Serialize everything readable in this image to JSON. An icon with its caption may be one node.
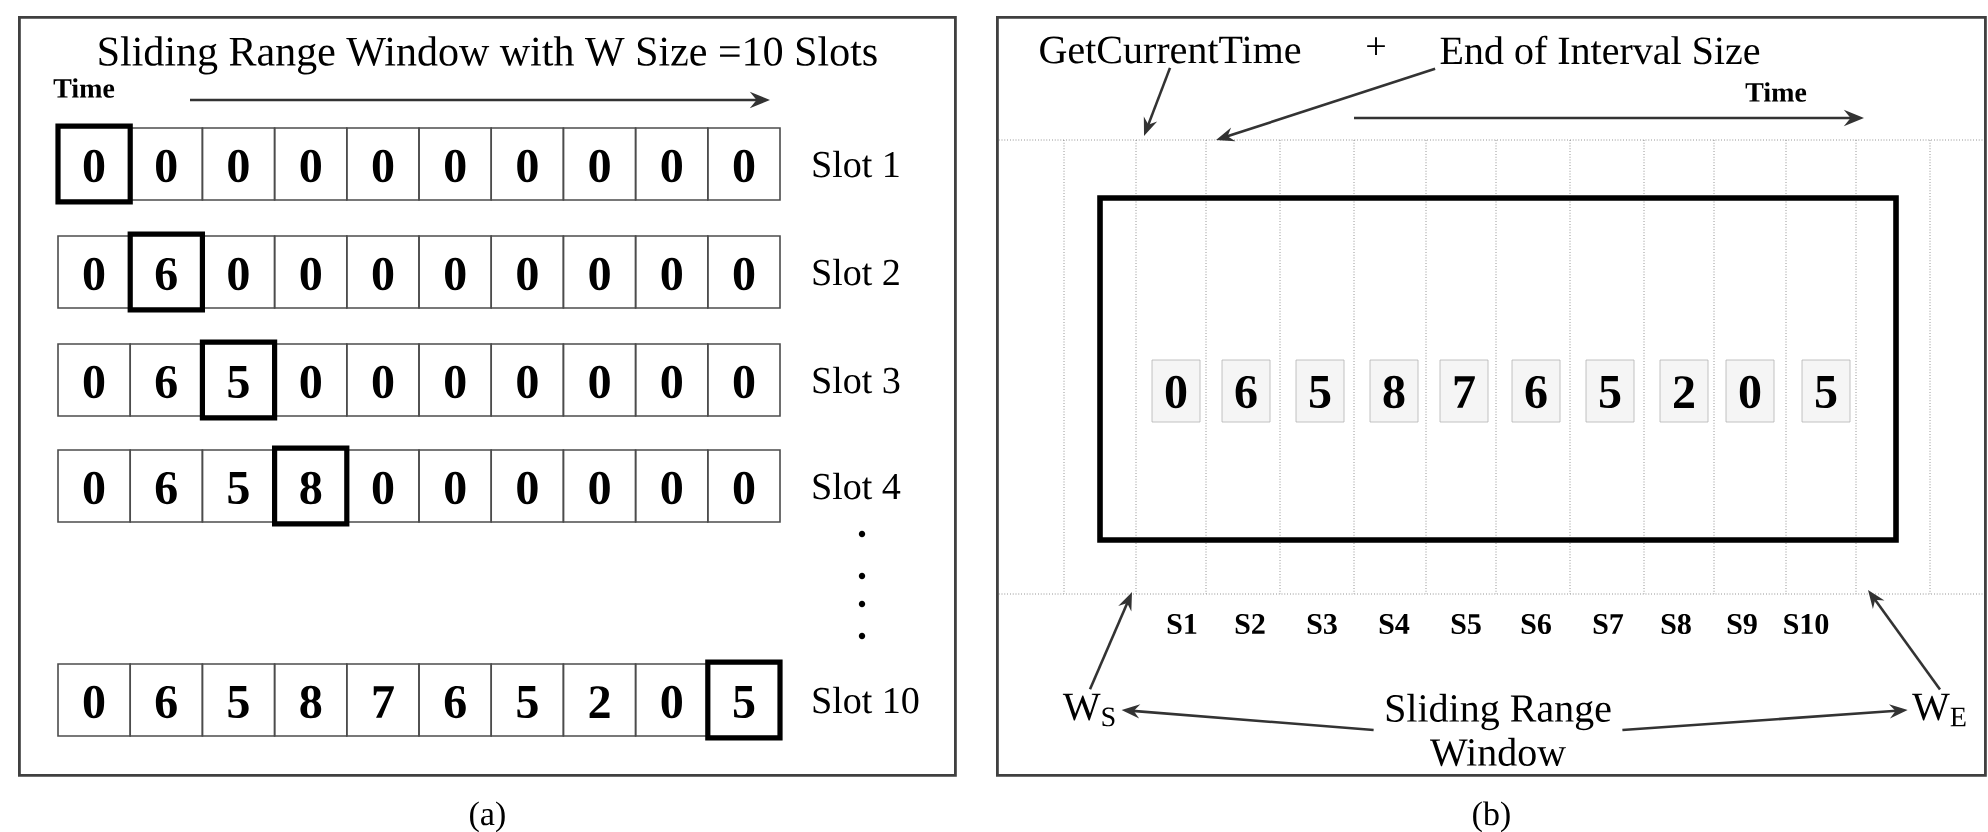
{
  "diagram": {
    "nodes": [
      {
        "text": [
          "Sliding Range Window with W Size =10 Slots"
        ],
        "beside": [
          "(a)"
        ]
      },
      {
        "text": [],
        "shape": "box",
        "beside": [
          "(b)"
        ]
      },
      {
        "text": [
          "GetCurrentTime"
        ],
        "in": 1
      },
      {
        "text": [
          "End of Interval Size"
        ],
        "in": 1
      },
      {
        "text": [],
        "shape": "box",
        "in": 1
      },
      {
        "text": [
          "W$_{S}$"
        ],
        "in": 1
      },
      {
        "text": [
          "Sliding Range Window"
        ],
        "in": 1
      },
      {
        "text": [
          "W$_{E}$"
        ],
        "in": 1
      }
    ],
    "edges": [
      {
        "from": 2,
        "to": null,
        "arrow": "to"
      },
      {
        "from": 3,
        "to": null,
        "arrow": "to"
      },
      {
        "from": 5,
        "to": null,
        "arrow": "to"
      },
      {
        "from": 7,
        "to": null,
        "arrow": "to"
      },
      {
        "from": 6,
        "to": 5,
        "arrow": "to"
      },
      {
        "from": 6,
        "to": 7,
        "arrow": "to"
      }
    ],
    "labels": [
      "Time",
      "0",
      "0",
      "0",
      "0",
      "0",
      "0",
      "0",
      "0",
      "0",
      "0",
      "Slot 1",
      "0",
      "6",
      "0",
      "0",
      "0",
      "0",
      "0",
      "0",
      "0",
      "0",
      "Slot 2",
      "0",
      "6",
      "5",
      "0",
      "0",
      "0",
      "0",
      "0",
      "0",
      "0",
      "Slot 3",
      "0",
      "6",
      "5",
      "8",
      "0",
      "0",
      "0",
      "0",
      "0",
      "0",
      "Slot 4",
      "0",
      "6",
      "5",
      "8",
      "7",
      "6",
      "5",
      "2",
      "0",
      "5",
      "Slot 10",
      "+",
      "Time",
      "0",
      "6",
      "5",
      "8",
      "7",
      "6",
      "5",
      "2",
      "0",
      "5",
      "S1",
      "S2",
      "S3",
      "S4",
      "S5",
      "S6",
      "S7",
      "S8",
      "S9",
      "S10"
    ]
  }
}
